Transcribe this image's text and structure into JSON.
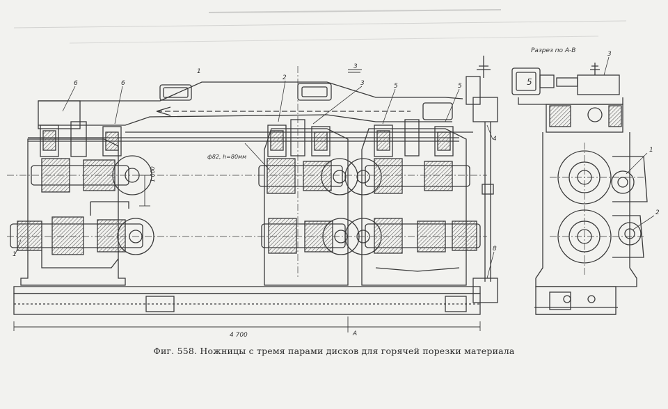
{
  "caption": "Фиг. 558. Ножницы с тремя парами дисков для горячей порезки материала",
  "section_label": "Разрез по А-В",
  "dimensions": {
    "length": "4 700",
    "height": "1 000",
    "pipe": "ф82, h=80мм"
  },
  "callouts": [
    "6",
    "6",
    "2",
    "3",
    "1",
    "3",
    "5",
    "4",
    "5",
    "1",
    "1",
    "2",
    "8",
    "3",
    "А"
  ],
  "colors": {
    "paper": "#f2f2ef",
    "ink": "#3a3a3a",
    "hatch": "#6a6a6a"
  }
}
